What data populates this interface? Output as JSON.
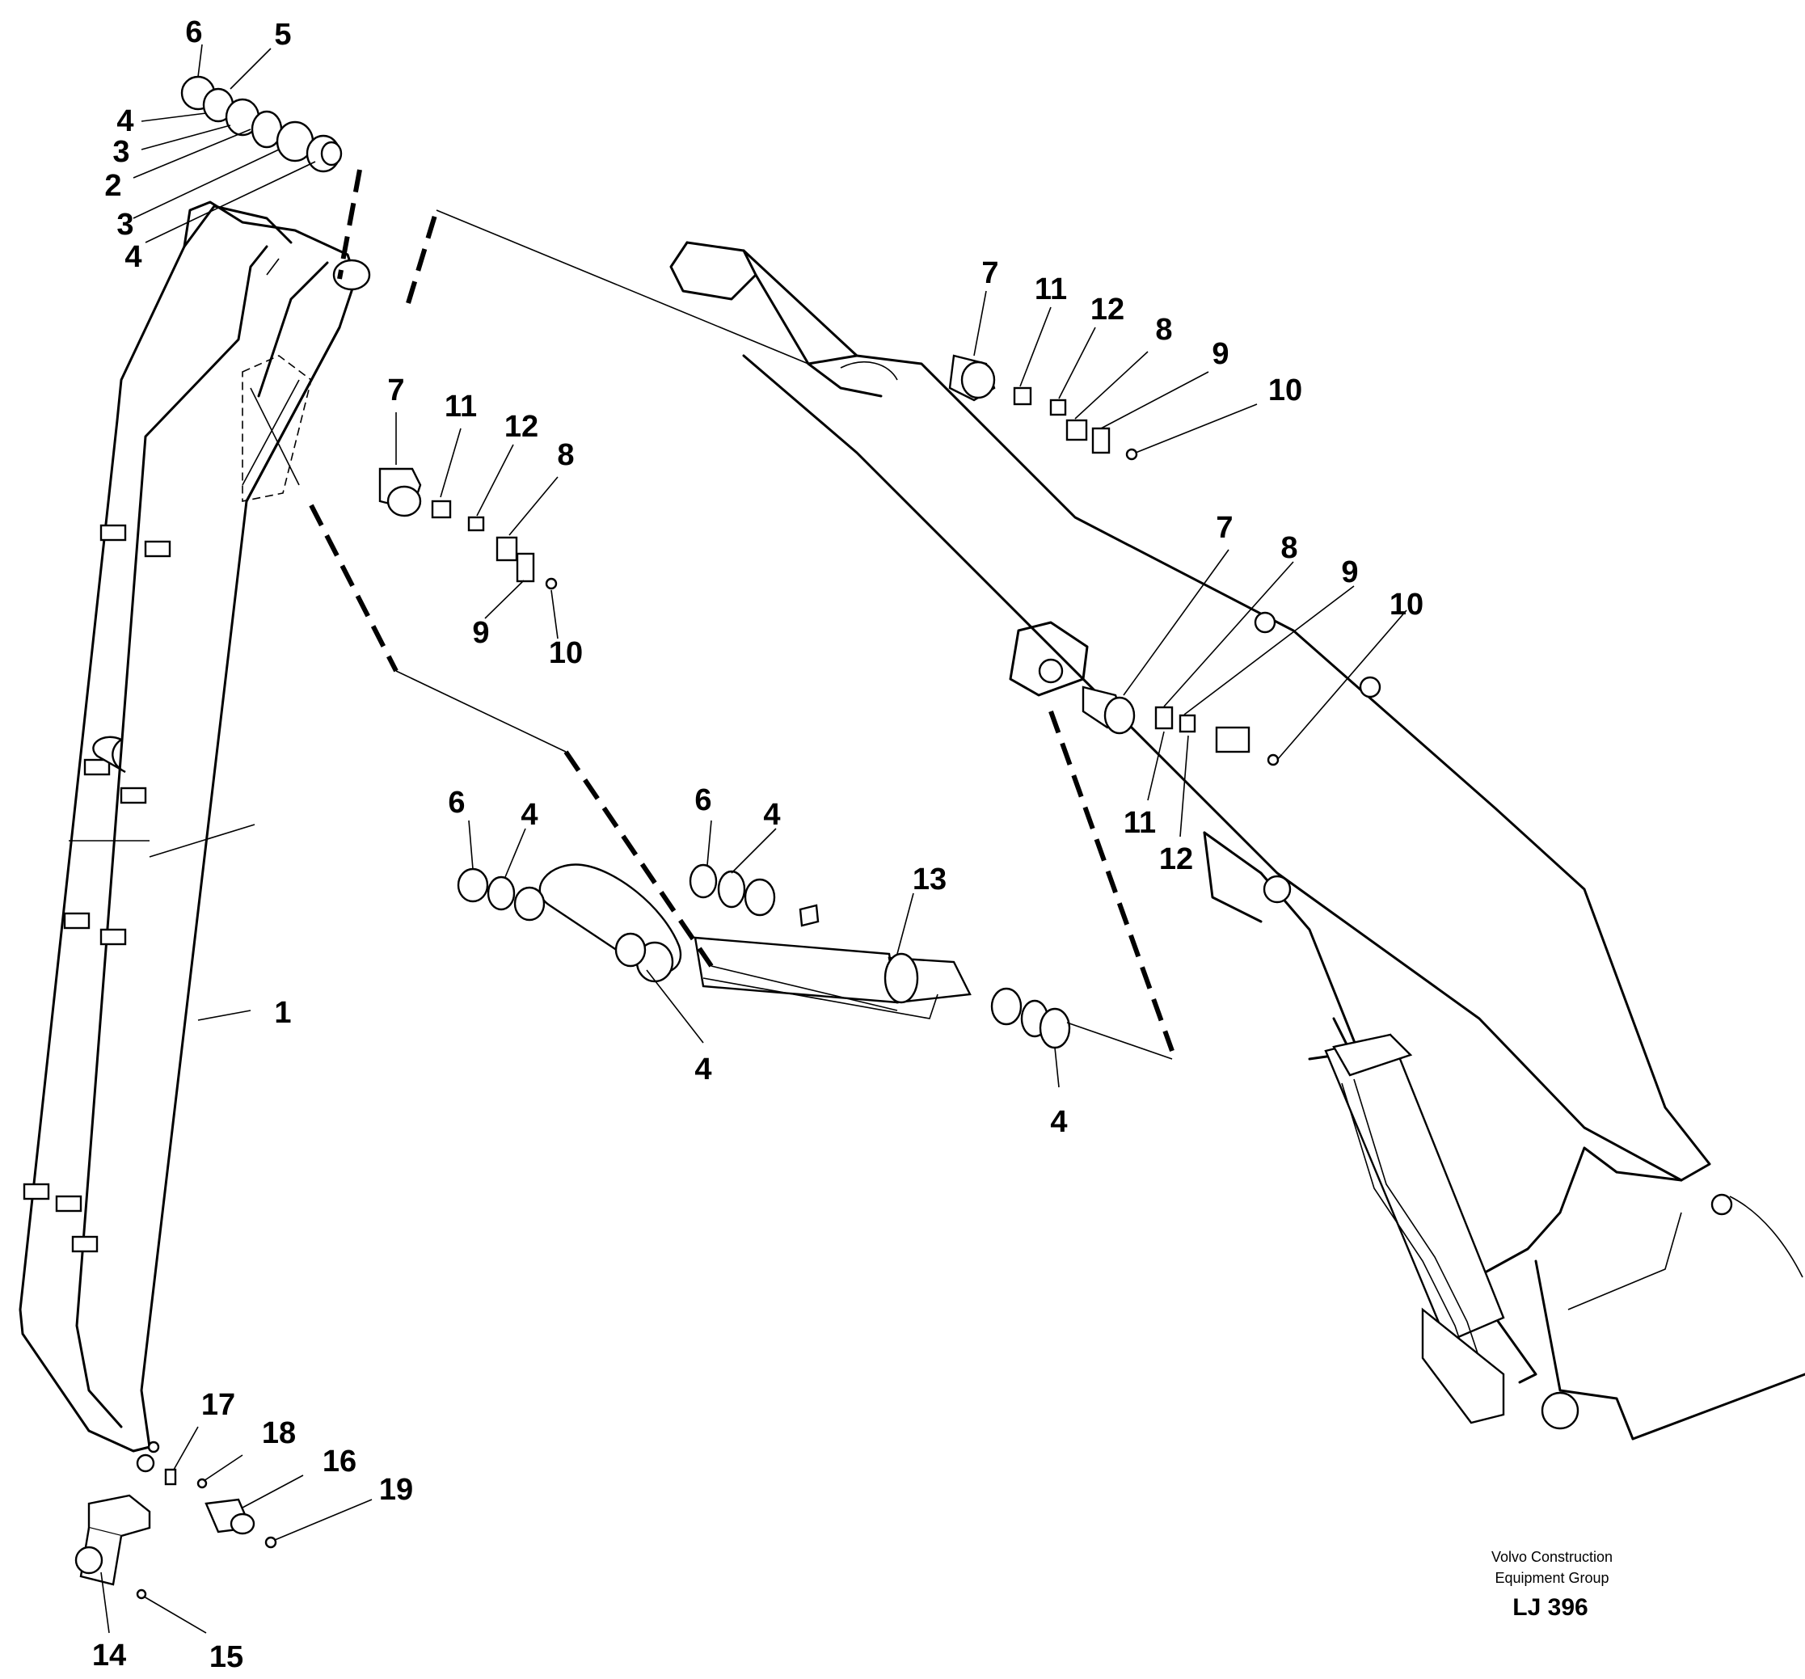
{
  "callouts": [
    {
      "id": "c6a",
      "text": "6"
    },
    {
      "id": "c5a",
      "text": "5"
    },
    {
      "id": "c4a",
      "text": "4"
    },
    {
      "id": "c3a",
      "text": "3"
    },
    {
      "id": "c2a",
      "text": "2"
    },
    {
      "id": "c3b",
      "text": "3"
    },
    {
      "id": "c4b",
      "text": "4"
    },
    {
      "id": "c7a",
      "text": "7"
    },
    {
      "id": "c11a",
      "text": "11"
    },
    {
      "id": "c12a",
      "text": "12"
    },
    {
      "id": "c8a",
      "text": "8"
    },
    {
      "id": "c9a",
      "text": "9"
    },
    {
      "id": "c10a",
      "text": "10"
    },
    {
      "id": "c7b",
      "text": "7"
    },
    {
      "id": "c11b",
      "text": "11"
    },
    {
      "id": "c12b",
      "text": "12"
    },
    {
      "id": "c8b",
      "text": "8"
    },
    {
      "id": "c9b",
      "text": "9"
    },
    {
      "id": "c10b",
      "text": "10"
    },
    {
      "id": "c7c",
      "text": "7"
    },
    {
      "id": "c8c",
      "text": "8"
    },
    {
      "id": "c9c",
      "text": "9"
    },
    {
      "id": "c10c",
      "text": "10"
    },
    {
      "id": "c11c",
      "text": "11"
    },
    {
      "id": "c12c",
      "text": "12"
    },
    {
      "id": "c6b",
      "text": "6"
    },
    {
      "id": "c4c",
      "text": "4"
    },
    {
      "id": "c6c",
      "text": "6"
    },
    {
      "id": "c4d",
      "text": "4"
    },
    {
      "id": "c13",
      "text": "13"
    },
    {
      "id": "c4e",
      "text": "4"
    },
    {
      "id": "c4f",
      "text": "4"
    },
    {
      "id": "c1",
      "text": "1"
    },
    {
      "id": "c17",
      "text": "17"
    },
    {
      "id": "c18",
      "text": "18"
    },
    {
      "id": "c16",
      "text": "16"
    },
    {
      "id": "c19",
      "text": "19"
    },
    {
      "id": "c14",
      "text": "14"
    },
    {
      "id": "c15",
      "text": "15"
    }
  ],
  "footer": {
    "line1": "Volvo Construction",
    "line2": "Equipment Group",
    "code": "LJ 396"
  }
}
